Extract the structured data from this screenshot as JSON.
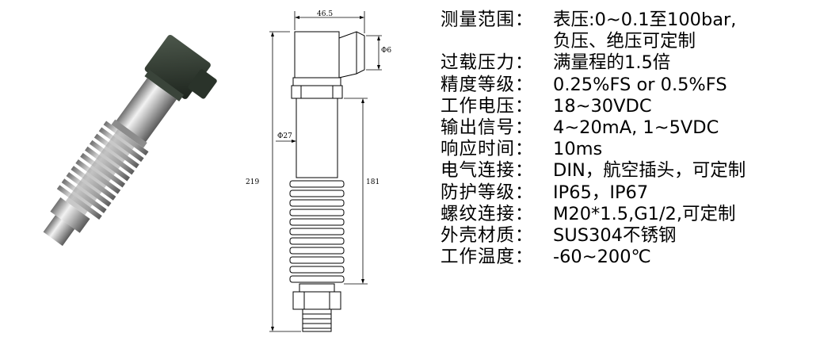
{
  "drawing": {
    "dim_width": "46.5",
    "dim_connector": "Φ6",
    "dim_body": "Φ27",
    "dim_total": "219",
    "dim_lower": "181"
  },
  "specs": [
    {
      "label": "测量范围：",
      "value": "表压:0~0.1至100bar,",
      "cont": "负压、绝压可定制"
    },
    {
      "label": "过载压力：",
      "value": "满量程的1.5倍"
    },
    {
      "label": "精度等级：",
      "value": "0.25%FS or 0.5%FS"
    },
    {
      "label": "工作电压：",
      "value": "18~30VDC"
    },
    {
      "label": "输出信号：",
      "value": "4~20mA, 1~5VDC"
    },
    {
      "label": "响应时间：",
      "value": "10ms"
    },
    {
      "label": "电气连接：",
      "value": "DIN，航空插头，可定制"
    },
    {
      "label": "防护等级：",
      "value": "IP65，IP67"
    },
    {
      "label": "螺纹连接：",
      "value": "M20*1.5,G1/2,可定制"
    },
    {
      "label": "外壳材质：",
      "value": "SUS304不锈钢"
    },
    {
      "label": "工作温度：",
      "value": "-60~200℃"
    }
  ]
}
